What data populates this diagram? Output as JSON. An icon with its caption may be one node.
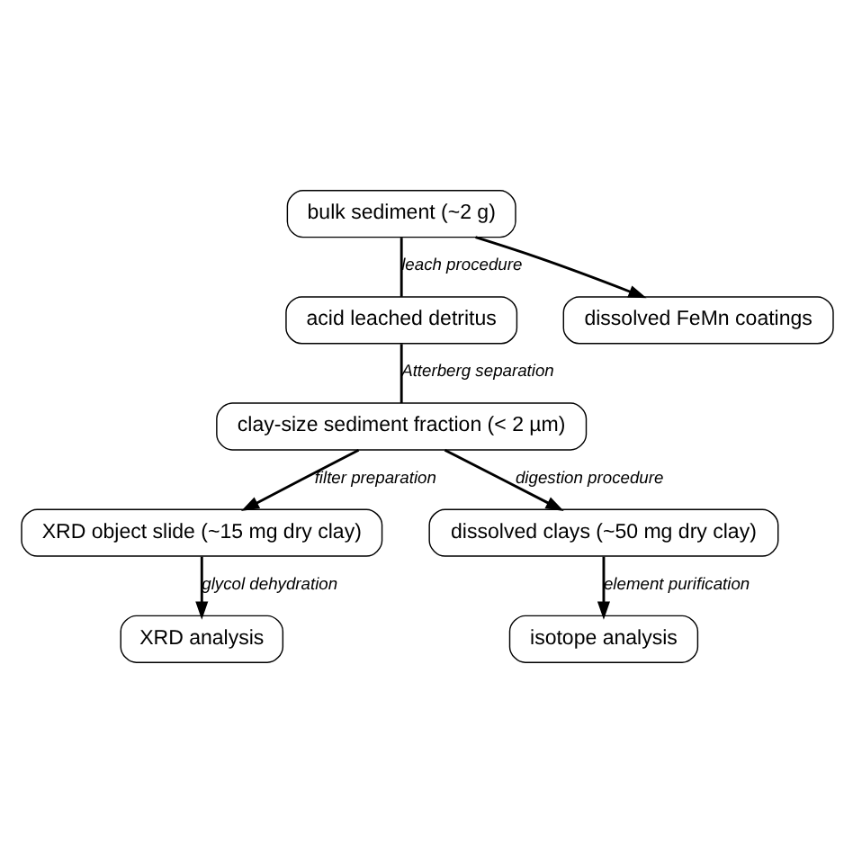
{
  "diagram": {
    "nodes": [
      {
        "text": [
          "bulk sediment (~2 g)"
        ]
      },
      {
        "text": [
          "dissolved FeMn coatings"
        ]
      },
      {
        "text": [
          "acid leached detritus"
        ]
      },
      {
        "text": [
          "clay-size sediment fraction (< 2 µm)"
        ]
      },
      {
        "text": [
          "XRD object slide (~15 mg dry clay)"
        ]
      },
      {
        "text": [
          "dissolved clays (~50 mg dry clay)"
        ]
      },
      {
        "text": [
          "XRD analysis"
        ]
      },
      {
        "text": [
          "isotope analysis"
        ]
      }
    ],
    "edges": [
      {
        "from": 0,
        "to": 2,
        "arrow": "none",
        "label": "leach procedure"
      },
      {
        "from": 0,
        "to": 1,
        "arrow": "to"
      },
      {
        "from": 2,
        "to": 3,
        "arrow": "none",
        "label": "Atterberg separation"
      },
      {
        "from": 3,
        "to": 4,
        "arrow": "to",
        "label": "filter preparation"
      },
      {
        "from": 3,
        "to": 5,
        "arrow": "to",
        "label": "digestion procedure"
      },
      {
        "from": 4,
        "to": 6,
        "arrow": "to",
        "label": "glycol dehydration"
      },
      {
        "from": 5,
        "to": 7,
        "arrow": "to",
        "label": "element purification"
      }
    ]
  }
}
